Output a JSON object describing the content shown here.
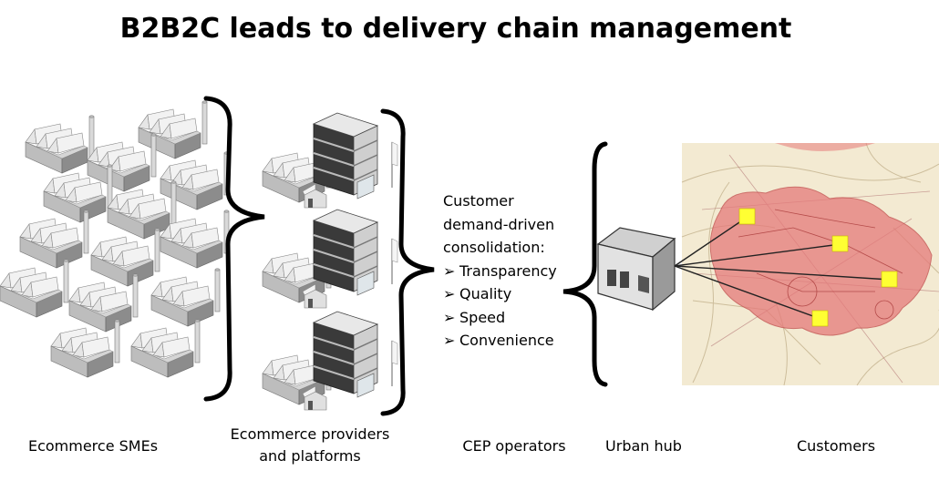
{
  "title": "B2B2C leads to delivery chain management",
  "columns": {
    "smes": "Ecommerce SMEs",
    "providers_line1": "Ecommerce providers",
    "providers_line2": "and platforms",
    "cep": "CEP operators",
    "hub": "Urban hub",
    "customers": "Customers"
  },
  "consolidation": {
    "line1": "Customer",
    "line2": "demand-driven",
    "line3": "consolidation:",
    "bullet_glyph": "➢",
    "items": [
      "Transparency",
      "Quality",
      "Speed",
      "Convenience"
    ]
  },
  "colors": {
    "factory_light": "#e6e6e6",
    "factory_mid": "#bdbdbd",
    "factory_dark": "#8c8c8c",
    "office_dark": "#2f2f2f",
    "map_paper": "#f3ead2",
    "map_highlight": "#e57a7a",
    "customer_marker": "#ffff33",
    "bracket": "#000000"
  }
}
